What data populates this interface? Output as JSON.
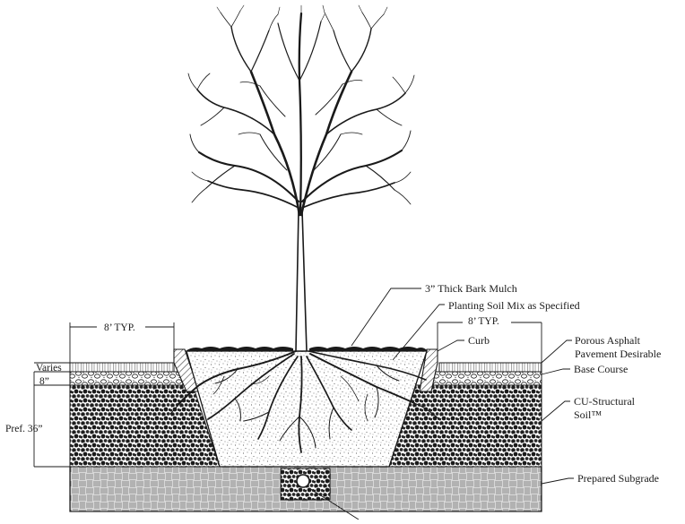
{
  "labels": {
    "bark_mulch": "3” Thick Bark Mulch",
    "planting_soil": "Planting Soil Mix as Specified",
    "curb": "Curb",
    "porous_asphalt_line1": "Porous Asphalt",
    "porous_asphalt_line2": "Pavement Desirable",
    "base_course": "Base Course",
    "structural_soil_line1": "CU-Structural",
    "structural_soil_line2": "Soil™",
    "prepared_subgrade": "Prepared Subgrade"
  },
  "dimensions": {
    "left_typ": "8’ TYP.",
    "right_typ": "8’ TYP.",
    "varies": "Varies",
    "eight_inch": "8”",
    "pref_depth": "Pref. 36”"
  },
  "colors": {
    "ink": "#1a1a1a",
    "paper": "#ffffff"
  }
}
